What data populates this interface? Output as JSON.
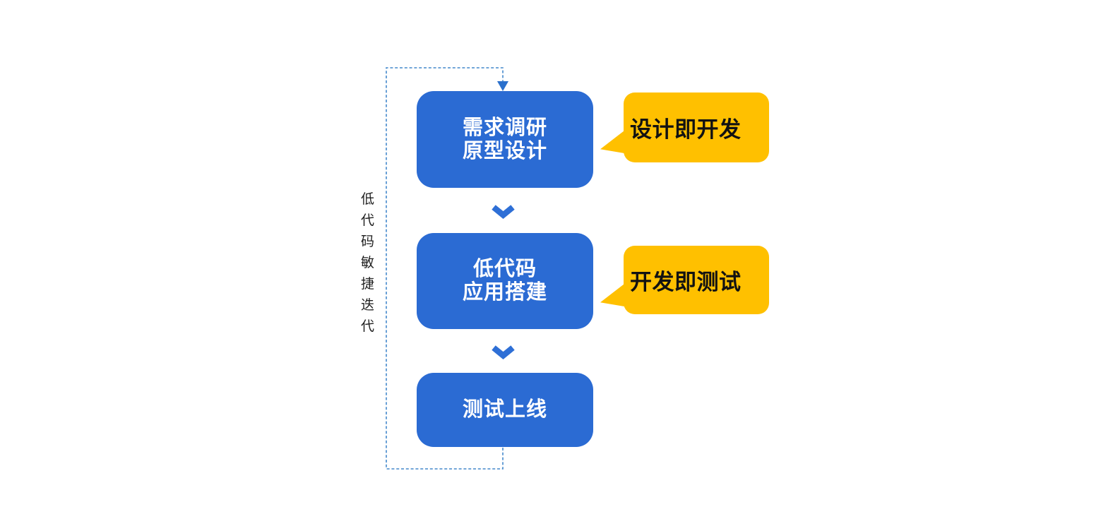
{
  "page": {
    "background": "#ffffff"
  },
  "loop": {
    "label": "低代码敏捷迭代",
    "label_chars": [
      "低",
      "代",
      "码",
      "敏",
      "捷",
      "迭",
      "代"
    ]
  },
  "flow": {
    "steps": [
      {
        "title_lines": [
          "需求调研",
          "原型设计"
        ],
        "note": "设计即开发"
      },
      {
        "title_lines": [
          "低代码",
          "应用搭建"
        ],
        "note": "开发即测试"
      },
      {
        "title_lines": [
          "测试上线"
        ]
      }
    ]
  },
  "colors": {
    "box-blue": "#2b6bd3",
    "chevron-blue": "#2e6fd6",
    "dash-blue": "#4488cc",
    "arrow-blue": "#2a70cc",
    "bubble-yellow": "#ffc000",
    "box-text": "#ffffff",
    "bubble-text": "#121212",
    "label-text": "#1f1f1f"
  }
}
